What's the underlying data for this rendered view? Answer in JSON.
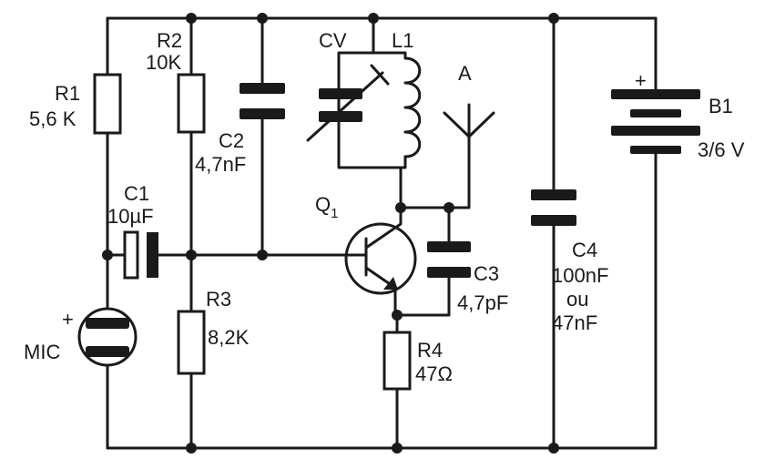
{
  "labels": {
    "r1_name": "R1",
    "r1_value": "5,6 K",
    "r2_name": "R2",
    "r2_value": "10K",
    "c2_name": "C2",
    "c2_value": "4,7nF",
    "cv_name": "CV",
    "l1_name": "L1",
    "antenna_name": "A",
    "b1_name": "B1",
    "b1_value": "3/6 V",
    "b1_plus": "+",
    "c1_name": "C1",
    "c1_value": "10µF",
    "q1_name": "Q",
    "q1_sub": "1",
    "c3_name": "C3",
    "c3_value": "4,7pF",
    "c4_name": "C4",
    "c4_value_1": "100nF",
    "c4_value_2": "ou",
    "c4_value_3": "47nF",
    "r3_name": "R3",
    "r3_value": "8,2K",
    "r4_name": "R4",
    "r4_value": "47Ω",
    "mic_name": "MIC",
    "mic_plus": "+"
  }
}
